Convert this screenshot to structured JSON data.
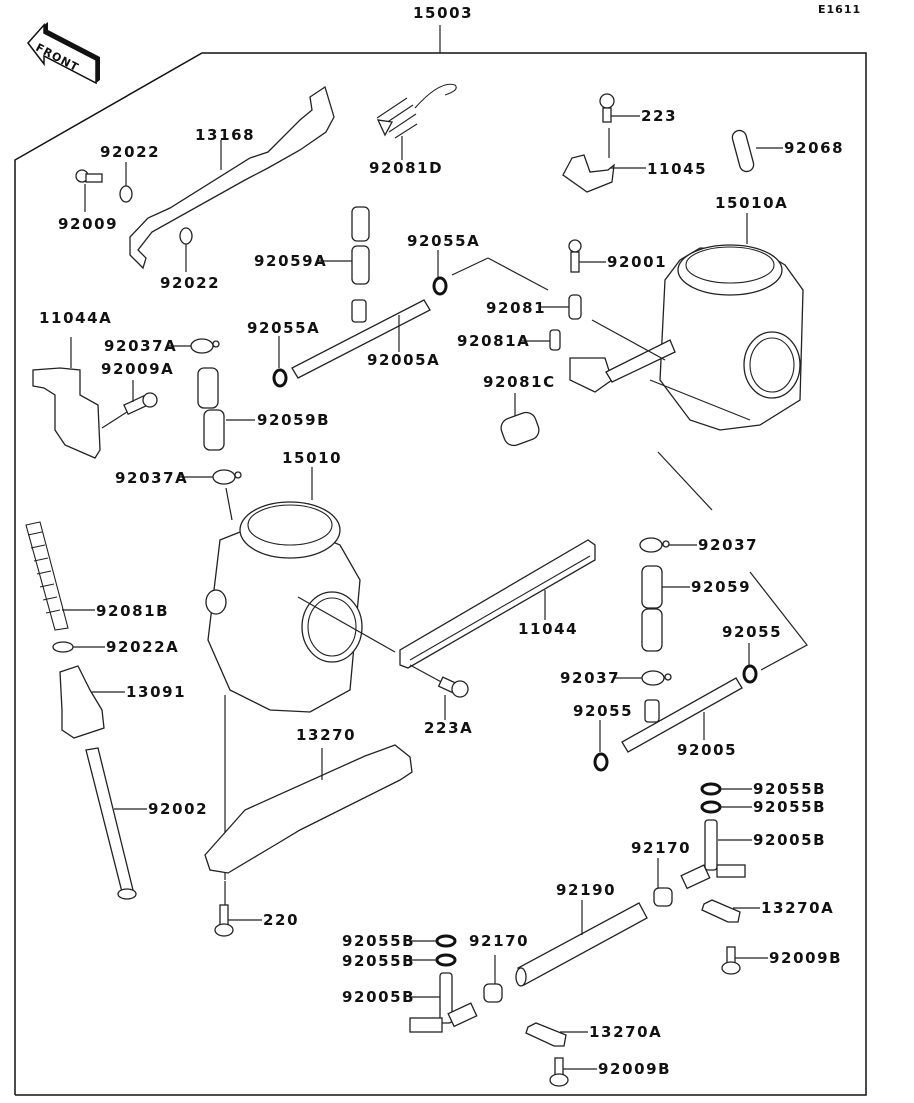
{
  "diagram": {
    "title_ref": "15003",
    "page_code": "E1611",
    "front_indicator": "FRONT",
    "labels": {
      "l15003": "15003",
      "l13168": "13168",
      "l92022a": "92022",
      "l92022b": "92022",
      "l92009": "92009",
      "l92081D": "92081D",
      "l223": "223",
      "l11045": "11045",
      "l92068": "92068",
      "l15010A": "15010A",
      "l92059A": "92059A",
      "l92055A_top": "92055A",
      "l92001": "92001",
      "l11044A": "11044A",
      "l92055A_left": "92055A",
      "l92081": "92081",
      "l92037A_top": "92037A",
      "l92005A": "92005A",
      "l92081A": "92081A",
      "l92009A": "92009A",
      "l92081C": "92081C",
      "l92059B": "92059B",
      "l15010": "15010",
      "l92037A_bot": "92037A",
      "l92037_top": "92037",
      "l92059": "92059",
      "l92081B": "92081B",
      "l11044": "11044",
      "l92055_right": "92055",
      "l92022A": "92022A",
      "l92037_bot": "92037",
      "l13091": "13091",
      "l92055_left": "92055",
      "l223A": "223A",
      "l92005": "92005",
      "l13270": "13270",
      "l92055B_r1": "92055B",
      "l92055B_r2": "92055B",
      "l92002": "92002",
      "l92170_r": "92170",
      "l92005B_r": "92005B",
      "l92190": "92190",
      "l13270A_r": "13270A",
      "l220": "220",
      "l92055B_l1": "92055B",
      "l92170_l": "92170",
      "l92009B_r": "92009B",
      "l92055B_l2": "92055B",
      "l92005B_l": "92005B",
      "l13270A_l": "13270A",
      "l92009B_l": "92009B"
    }
  }
}
